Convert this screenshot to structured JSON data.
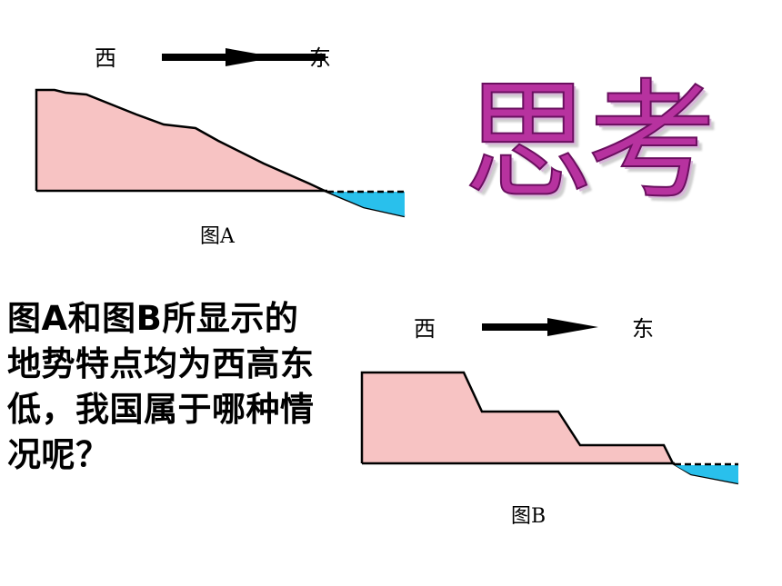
{
  "slide_title": "思考",
  "question": "图A和图B所显示的地势特点均为西高东低，我国属于哪种情况呢？",
  "figure_a": {
    "west_label": "西",
    "east_label": "东",
    "caption": "图A"
  },
  "figure_b": {
    "west_label": "西",
    "east_label": "东",
    "caption": "图B"
  },
  "colors": {
    "land_fill": "#f7c3c3",
    "water_fill": "#29c0ec",
    "outline": "#000000",
    "title": "#b7329f"
  }
}
